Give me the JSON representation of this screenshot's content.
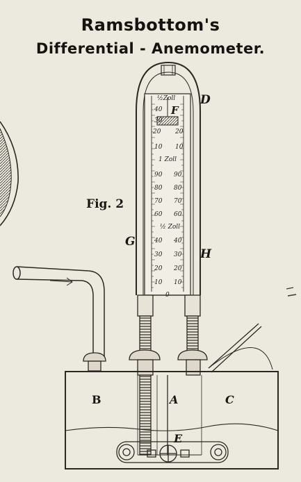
{
  "title_line1": "Ramsbottom's",
  "title_line2": "Differential - Anemometer.",
  "fig_label": "Fig. 2",
  "letters": {
    "D": "D",
    "F": "F",
    "G": "G",
    "H": "H",
    "B": "B",
    "A": "A",
    "C": "C",
    "E": "E"
  },
  "scale": {
    "top_label": "½Zoll",
    "left_upper": [
      "40",
      "30",
      "20",
      "10"
    ],
    "right_upper": [
      "20",
      "10"
    ],
    "one_zoll": "1 Zoll",
    "left_mid": [
      "90",
      "80",
      "70",
      "60"
    ],
    "right_mid": [
      "90",
      "80",
      "70",
      "60"
    ],
    "half_zoll": "½ Zoll",
    "left_low": [
      "40",
      "30",
      "20",
      "10"
    ],
    "right_low": [
      "40",
      "30",
      "20",
      "10"
    ],
    "zero": "0"
  }
}
